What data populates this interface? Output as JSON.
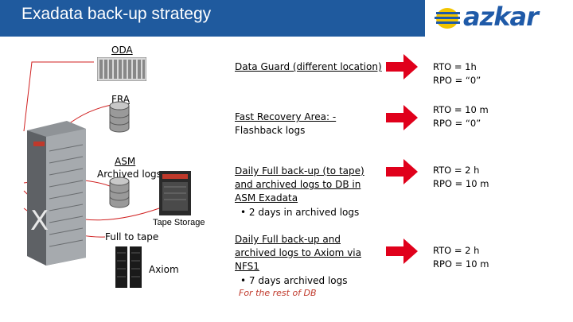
{
  "header": {
    "title": "Exadata back-up strategy"
  },
  "logo": {
    "text": "azkar",
    "colors": {
      "yellow": "#f2c500",
      "blue": "#1f5aa8"
    }
  },
  "diagram": {
    "oda_label": "ODA",
    "fra_label": "FRA",
    "asm_label_1": "ASM",
    "asm_label_2": "Archived logs",
    "tape_storage_label": "Tape Storage",
    "full_to_tape_label": "Full to tape",
    "axiom_label": "Axiom",
    "exadata_badge": "X"
  },
  "strategies": [
    {
      "lines": [
        "Data Guard (different location)"
      ],
      "bullet": "",
      "rto": "RTO = 1h",
      "rpo": "RPO = “0”"
    },
    {
      "lines": [
        "Fast Recovery Area: -",
        "Flashback logs"
      ],
      "bullet": "",
      "rto": "RTO = 10 m",
      "rpo": "RPO = “0”"
    },
    {
      "lines": [
        "Daily Full back-up (to tape)",
        "and archived logs to DB in",
        "ASM Exadata"
      ],
      "bullet": "• 2 days in archived logs",
      "rto": "RTO = 2 h",
      "rpo": "RPO = 10 m"
    },
    {
      "lines": [
        "Daily Full back-up and",
        "archived logs to Axiom via",
        "NFS1"
      ],
      "bullet": "• 7 days archived logs",
      "rto": "RTO = 2 h",
      "rpo": "RPO = 10 m"
    }
  ],
  "footnote": "For the rest of DB",
  "colors": {
    "header_bg": "#1f5a9e",
    "arrow": "#e0001b",
    "link_line": "#d02020",
    "footnote": "#c0392b"
  }
}
